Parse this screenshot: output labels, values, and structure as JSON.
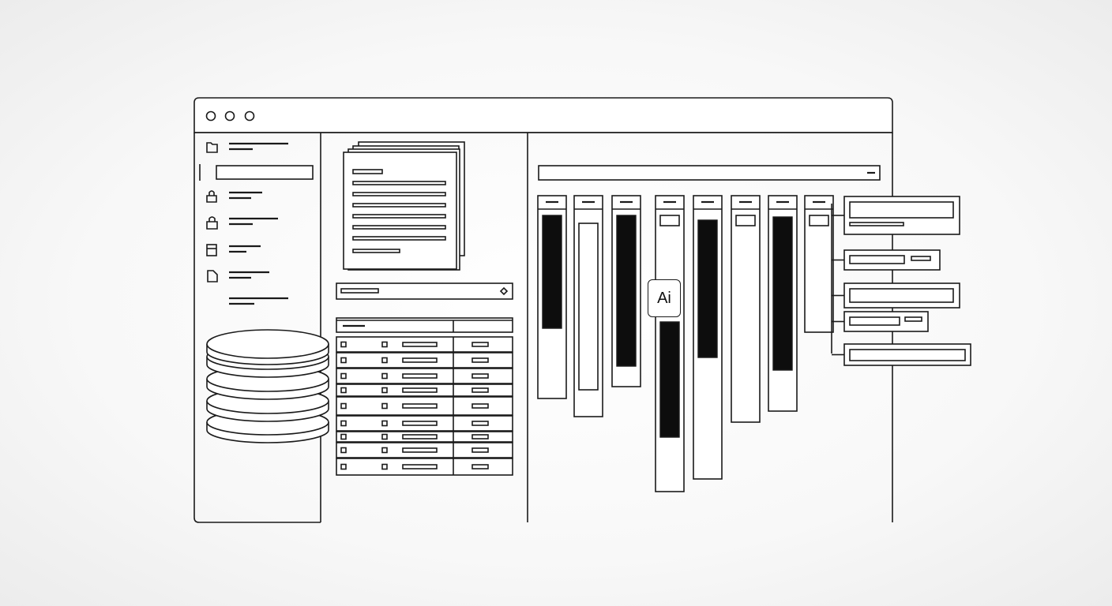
{
  "badge": {
    "text": "Ai",
    "icon": "ai-badge-icon"
  },
  "window": {
    "controls": [
      "close-dot",
      "minimize-dot",
      "maximize-dot"
    ]
  },
  "sidebar": {
    "items": [
      {
        "icon": "folder-icon",
        "selected": false
      },
      {
        "icon": "none",
        "selected": true
      },
      {
        "icon": "lock-icon",
        "selected": false
      },
      {
        "icon": "bag-icon",
        "selected": false
      },
      {
        "icon": "window-icon",
        "selected": false
      },
      {
        "icon": "file-icon",
        "selected": false
      },
      {
        "icon": "none",
        "selected": false
      }
    ],
    "illustration": "database-icon"
  },
  "kanban": {
    "column_count": 8,
    "tree_node_count": 5
  },
  "table": {
    "row_count": 9
  },
  "colors": {
    "stroke": "#1a1a1a",
    "fill": "#0d0d0d",
    "background": "#ffffff"
  }
}
